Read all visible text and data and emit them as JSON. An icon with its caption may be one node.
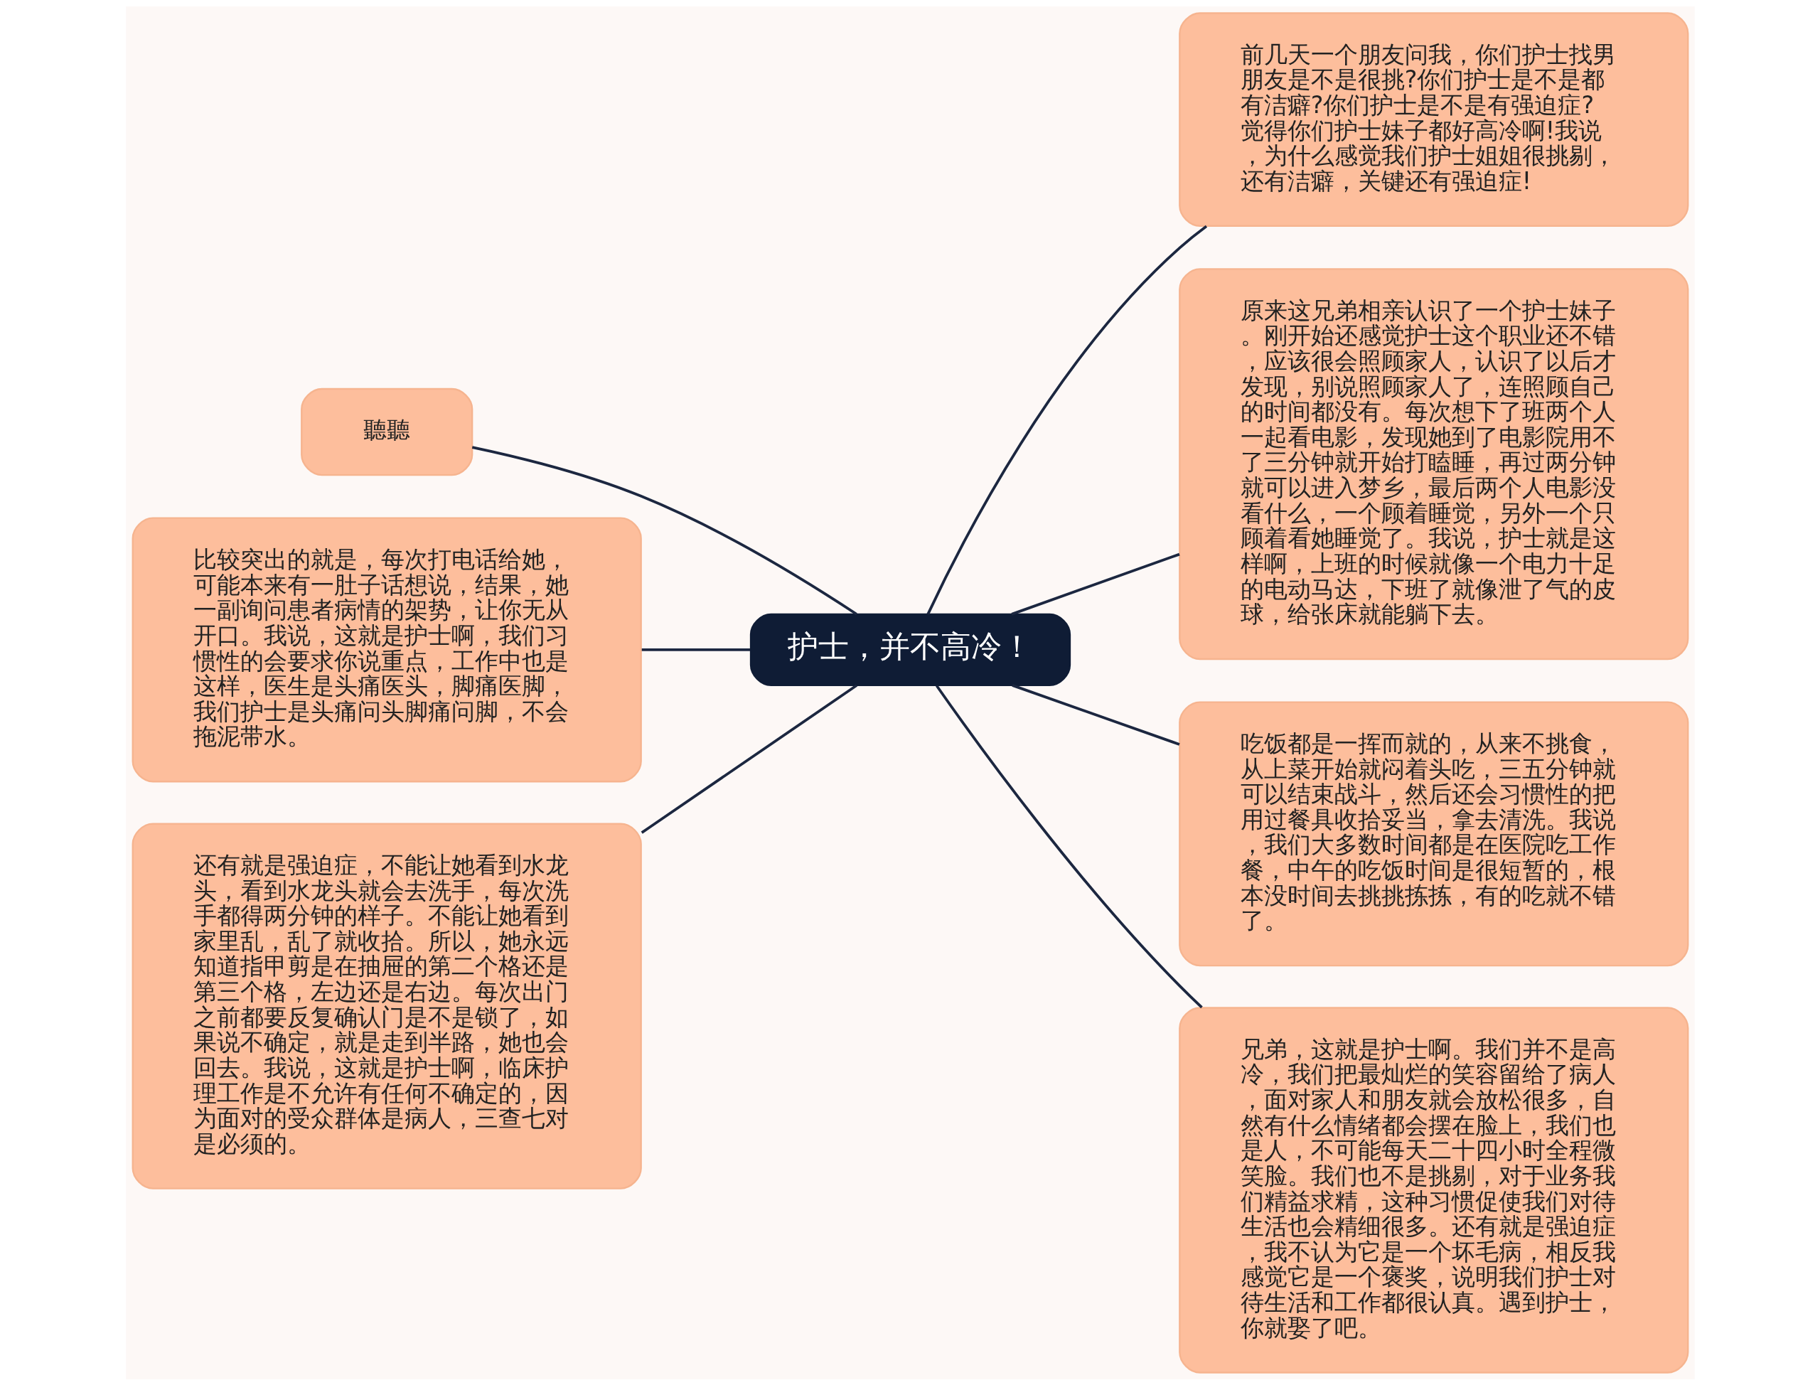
{
  "diagram": {
    "nodes": [
      {
        "text": [
          "护士，并不高冷！"
        ]
      },
      {
        "text": [
          "前几天一个朋友问我，你们护士找男朋友是不是很挑?你们护士是不是都有洁癖?你们护士是不是有强迫症?觉得你们护士妹子都好高冷啊!我说，为什么感觉我们护士姐姐很挑剔，还有洁癖，关键还有强迫症!"
        ]
      },
      {
        "text": [
          "原来这兄弟相亲认识了一个护士妹子。刚开始还感觉护士这个职业还不错，应该很会照顾家人，认识了以后才发现，别说照顾家人了，连照顾自己的时间都没有。每次想下了班两个人一起看电影，发现她到了电影院用不了三分钟就开始打瞌睡，再过两分钟就可以进入梦乡，最后两个人电影没看什么，一个顾着睡觉，另外一个只顾着看她睡觉了。我说，护士就是这样啊，上班的时候就像一个电力十足的电动马达，下班了就像泄了气的皮球，给张床就能躺下去。"
        ]
      },
      {
        "text": [
          "吃饭都是一挥而就的，从来不挑食，从上菜开始就闷着头吃，三五分钟就可以结束战斗，然后还会习惯性的把用过餐具收拾妥当，拿去清洗。我说，我们大多数时间都是在医院吃工作餐，中午的吃饭时间是很短暂的，根本没时间去挑挑拣拣，有的吃就不错了。"
        ]
      },
      {
        "text": [
          "兄弟，这就是护士啊。我们并不是高冷，我们把最灿烂的笑容留给了病人，面对家人和朋友就会放松很多，自然有什么情绪都会摆在脸上，我们也是人，不可能每天二十四小时全程微笑脸。我们也不是挑剔，对于业务我们精益求精，这种习惯促使我们对待生活也会精细很多。还有就是强迫症，我不认为它是一个坏毛病，相反我感觉它是一个褒奖，说明我们护士对待生活和工作都很认真。遇到护士，你就娶了吧。"
        ]
      },
      {
        "text": [
          "聽聽"
        ]
      },
      {
        "text": [
          "比较突出的就是，每次打电话给她，可能本来有一肚子话想说，结果，她一副询问患者病情的架势，让你无从开口。我说，这就是护士啊，我们习惯性的会要求你说重点，工作中也是这样，医生是头痛医头，脚痛医脚，我们护士是头痛问头脚痛问脚，不会拖泥带水。"
        ]
      },
      {
        "text": [
          "还有就是强迫症，不能让她看到水龙头，看到水龙头就会去洗手，每次洗手都得两分钟的样子。不能让她看到家里乱，乱了就收拾。所以，她永远知道指甲剪是在抽屉的第二个格还是第三个格，左边还是右边。每次出门之前都要反复确认门是不是锁了，如果说不确定，就是走到半路，她也会回去。我说，这就是护士啊，临床护理工作是不允许有任何不确定的，因为面对的受众群体是病人，三查七对是必须的。"
        ]
      }
    ],
    "edges": [
      {
        "from": 0,
        "to": 1,
        "arrow": "none"
      },
      {
        "from": 0,
        "to": 2,
        "arrow": "none"
      },
      {
        "from": 0,
        "to": 3,
        "arrow": "none"
      },
      {
        "from": 0,
        "to": 4,
        "arrow": "none"
      },
      {
        "from": 0,
        "to": 5,
        "arrow": "none"
      },
      {
        "from": 0,
        "to": 6,
        "arrow": "none"
      },
      {
        "from": 0,
        "to": 7,
        "arrow": "none"
      }
    ]
  }
}
